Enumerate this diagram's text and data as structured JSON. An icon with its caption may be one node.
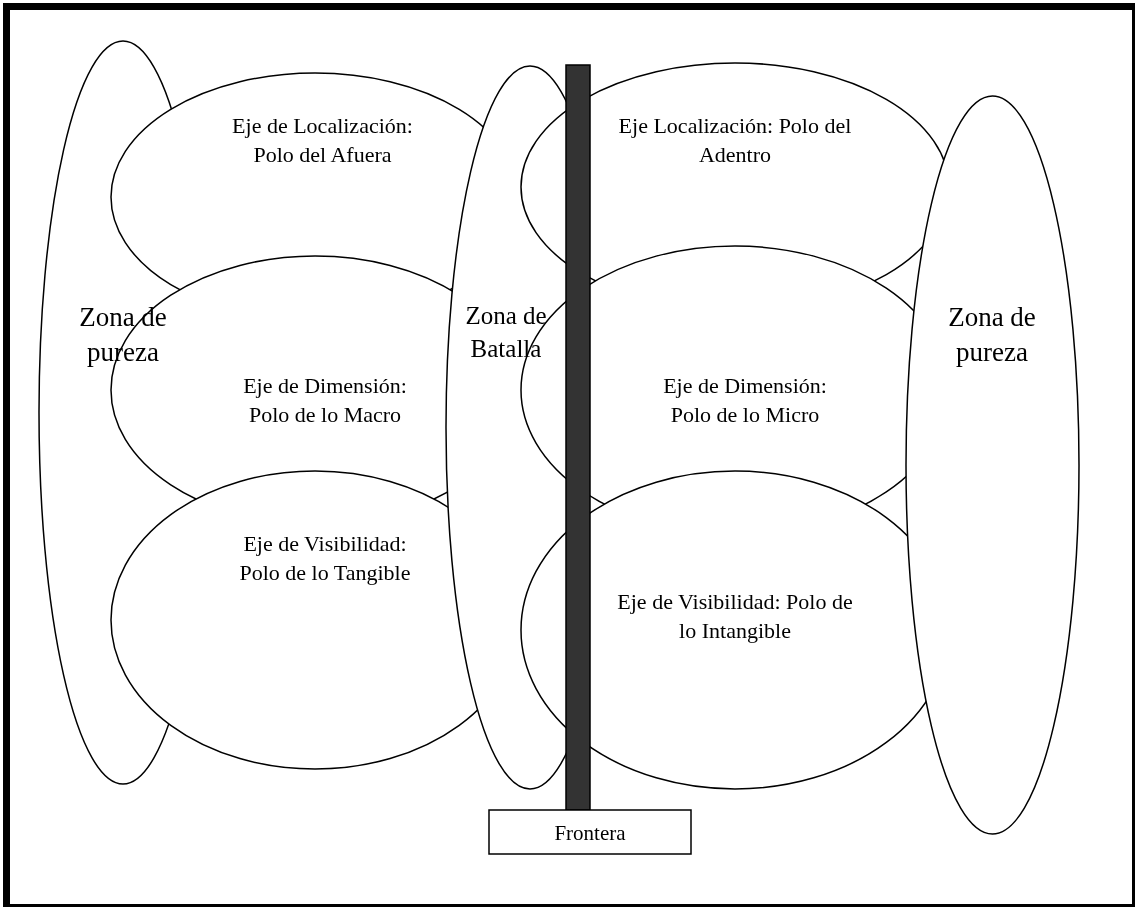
{
  "diagram": {
    "nodes": [
      {
        "text": [
          "Zona de pureza"
        ]
      },
      {
        "text": [
          "Eje de Localización: Polo del Afuera"
        ]
      },
      {
        "text": [
          "Eje de Dimensión: Polo de lo Macro"
        ]
      },
      {
        "text": [
          "Eje de Visibilidad: Polo de lo Tangible"
        ]
      },
      {
        "text": [
          "Zona de Batalla"
        ]
      },
      {
        "text": [
          "Eje Localización: Polo del Adentro"
        ]
      },
      {
        "text": [
          "Eje de Dimensión: Polo de lo Micro"
        ]
      },
      {
        "text": [
          "Eje de Visibilidad: Polo de lo Intangible"
        ]
      },
      {
        "text": [
          "Zona de pureza"
        ]
      },
      {
        "text": [
          "Frontera"
        ]
      }
    ]
  }
}
